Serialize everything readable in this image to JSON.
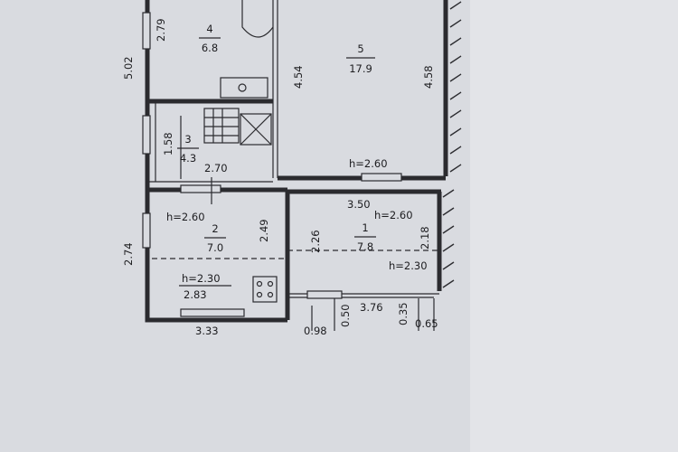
{
  "rooms": [
    {
      "num": "1",
      "area": "7.8"
    },
    {
      "num": "2",
      "area": "7.0"
    },
    {
      "num": "3",
      "area": "4.3"
    },
    {
      "num": "4",
      "area": "6.8"
    },
    {
      "num": "5",
      "area": "17.9"
    }
  ],
  "heights": {
    "room5": "h=2.60",
    "room1": "h=2.60",
    "room2": "h=2.60",
    "veranda2": "h=2.30",
    "veranda1": "h=2.30"
  },
  "extra_areas": {
    "veranda2": "2.83"
  },
  "dims": {
    "d279": "2.79",
    "d502": "5.02",
    "d454": "4.54",
    "d458": "4.58",
    "d158": "1.58",
    "d270": "2.70",
    "d350": "3.50",
    "d249": "2.49",
    "d226": "2.26",
    "d218": "2.18",
    "d274": "2.74",
    "d050": "0.50",
    "d376": "3.76",
    "d035": "0.35",
    "d333": "3.33",
    "d098": "0.98",
    "d065": "0.65"
  }
}
